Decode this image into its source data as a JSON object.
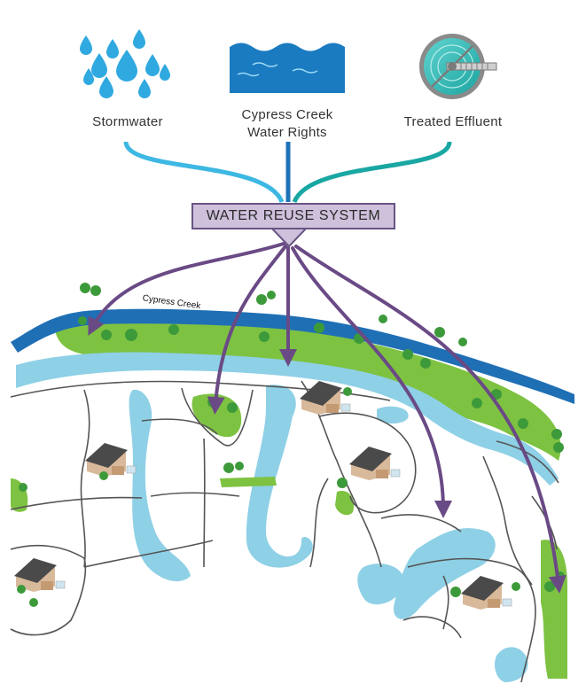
{
  "sources": [
    {
      "label": "Stormwater",
      "icon": "raindrops-icon"
    },
    {
      "label_line1": "Cypress Creek",
      "label_line2": "Water Rights",
      "icon": "water-waves-icon"
    },
    {
      "label": "Treated Effluent",
      "icon": "treatment-clarifier-icon"
    }
  ],
  "hub": {
    "label": "WATER REUSE SYSTEM"
  },
  "creek": {
    "label": "Cypress Creek"
  },
  "colors": {
    "stormwater_pipe": "#3db8e3",
    "creek_pipe": "#1f73b7",
    "effluent_pipe": "#19a7a3",
    "distribution_arrow": "#6a4a85",
    "hub_fill": "#cfc0dc",
    "creek_water": "#1f6fb5",
    "pond_water": "#8ed0e6",
    "greenbelt": "#7ec242",
    "tree": "#3d9a3a"
  }
}
